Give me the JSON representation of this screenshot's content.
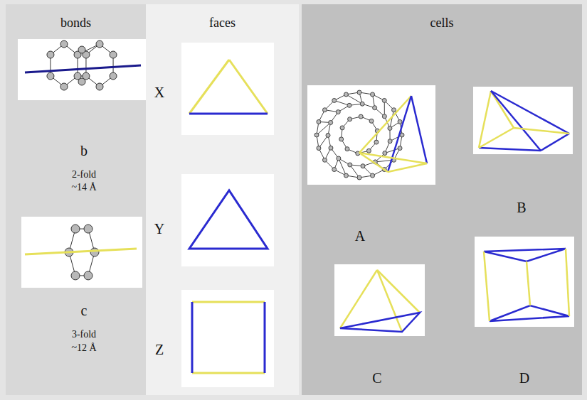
{
  "diagram": {
    "nodes": [
      {
        "text": [
          "bonds"
        ]
      },
      {
        "text": [
          "faces"
        ]
      },
      {
        "text": [
          "cells"
        ]
      }
    ],
    "labels": [
      "b",
      "2-fold",
      "~14 Å",
      "c",
      "3-fold",
      "~12 Å",
      "X",
      "Y",
      "Z",
      "A",
      "B",
      "C",
      "D"
    ]
  }
}
